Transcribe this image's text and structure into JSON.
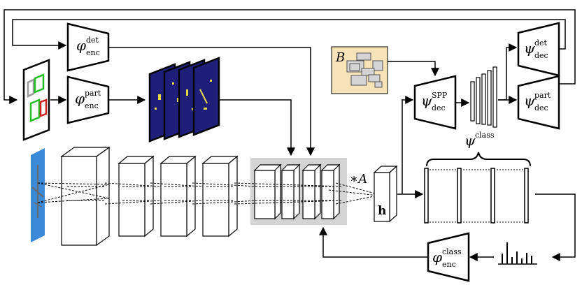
{
  "labels": {
    "phi": "φ",
    "psi": "ψ",
    "enc": "enc",
    "dec": "dec",
    "det": "det",
    "part": "part",
    "class": "class",
    "spp": "SPP",
    "bbox_set": "B",
    "star_a": "∗A",
    "h": "h"
  },
  "colors": {
    "heatmap_bg": "#1f1f7a",
    "heatmap_blob": "#e8d94a",
    "bbox_panel": "#f7e3b8",
    "gray_panel": "#d4d4d4",
    "box_green": "#22c022",
    "box_red": "#d22222",
    "box_gray": "#9a9a9a",
    "input_blue": "#3a8ad8"
  },
  "icons": {
    "input": "airplane-image-icon",
    "histogram": "histogram-icon",
    "part_boxes": "part-boxes-icon",
    "heatmaps": "heatmap-stack-icon"
  }
}
